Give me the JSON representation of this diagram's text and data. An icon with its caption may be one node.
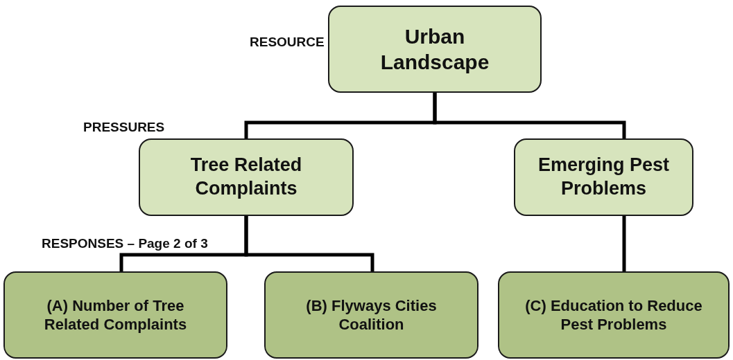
{
  "diagram": {
    "nodes": [
      {
        "text": [
          "Urban Landscape"
        ]
      },
      {
        "text": [
          "Tree Related Complaints"
        ]
      },
      {
        "text": [
          "Emerging Pest Problems"
        ]
      },
      {
        "text": [
          "(A) Number of Tree Related Complaints"
        ]
      },
      {
        "text": [
          "(B) Flyways Cities Coalition"
        ]
      },
      {
        "text": [
          "(C) Education to Reduce Pest Problems"
        ]
      }
    ],
    "edges": [
      {
        "from": 0,
        "to": 1,
        "arrow": "none"
      },
      {
        "from": 0,
        "to": 2,
        "arrow": "none"
      },
      {
        "from": 1,
        "to": 3,
        "arrow": "none"
      },
      {
        "from": 1,
        "to": 4,
        "arrow": "none"
      },
      {
        "from": 2,
        "to": 5,
        "arrow": "none"
      }
    ],
    "labels": [
      "RESOURCE",
      "PRESSURES",
      "RESPONSES – Page 2 of 3"
    ]
  }
}
